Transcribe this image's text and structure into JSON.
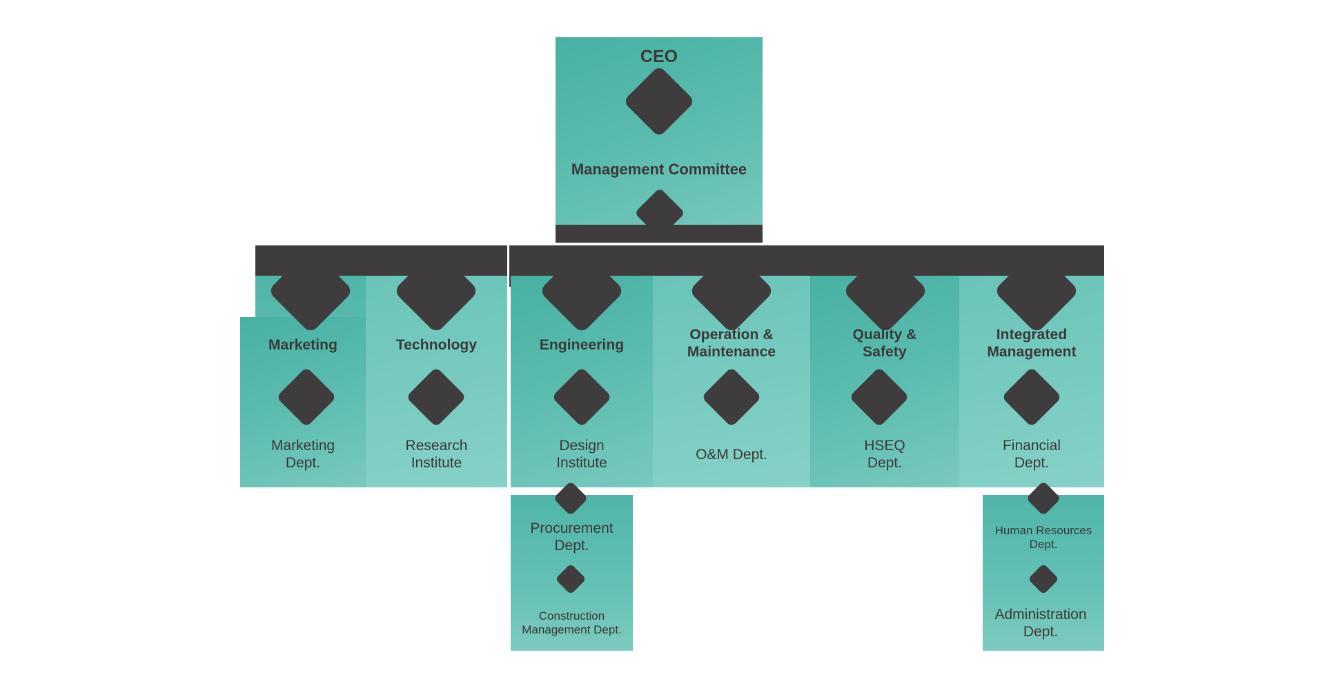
{
  "chart": {
    "type": "org-chart",
    "title": "Company Organization Chart",
    "colors": {
      "teal_dark": "#45b0a2",
      "teal_mid": "#5bbcaf",
      "teal_light": "#86d1c7",
      "connector_dark": "#3e3c3c",
      "text": "#3a3838",
      "background": "#ffffff"
    }
  },
  "top": {
    "ceo_label": "CEO",
    "committee_label": "Management Committee"
  },
  "divisions": [
    {
      "key": "marketing",
      "title": "Marketing",
      "departments": [
        "Marketing\nDept."
      ]
    },
    {
      "key": "technology",
      "title": "Technology",
      "departments": [
        "Research\nInstitute"
      ]
    },
    {
      "key": "engineering",
      "title": "Engineering",
      "departments": [
        "Design\nInstitute",
        "Procurement\nDept.",
        "Construction\nManagement Dept."
      ]
    },
    {
      "key": "operation-maintenance",
      "title": "Operation &\nMaintenance",
      "departments": [
        "O&M Dept."
      ]
    },
    {
      "key": "quality-safety",
      "title": "Quality &\nSafety",
      "departments": [
        "HSEQ\nDept."
      ]
    },
    {
      "key": "integrated-management",
      "title": "Integrated\nManagement",
      "departments": [
        "Financial\nDept.",
        "Human Resources\nDept.",
        "Administration\nDept."
      ]
    }
  ]
}
